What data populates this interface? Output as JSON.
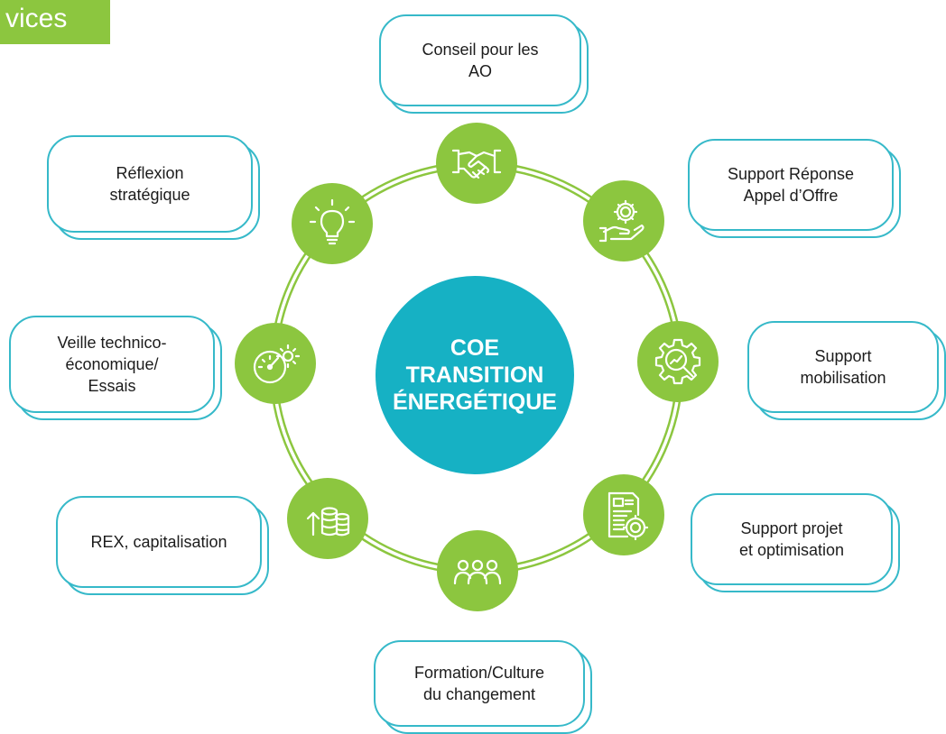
{
  "header": {
    "title_fragment": "vices"
  },
  "center": {
    "label": "COE\nTRANSITION\nÉNERGÉTIQUE"
  },
  "cards": {
    "ao": "Conseil pour les\nAO",
    "appel": "Support Réponse\nAppel d’Offre",
    "mobilisation": "Support\nmobilisation",
    "projet": "Support projet\net optimisation",
    "formation": "Formation/Culture\ndu changement",
    "rex": "REX, capitalisation",
    "veille": "Veille technico-\néconomique/\nEssais",
    "reflexion": "Réflexion\nstratégique"
  },
  "icons": [
    "handshake-icon",
    "hand-gear-icon",
    "gear-chart-search-icon",
    "document-gear-icon",
    "team-icon",
    "coins-growth-icon",
    "speedometer-gear-icon",
    "lightbulb-icon"
  ],
  "colors": {
    "green": "#8cc63f",
    "teal": "#16b1c4",
    "border": "#36b9c9",
    "text": "#1c1c1c"
  }
}
